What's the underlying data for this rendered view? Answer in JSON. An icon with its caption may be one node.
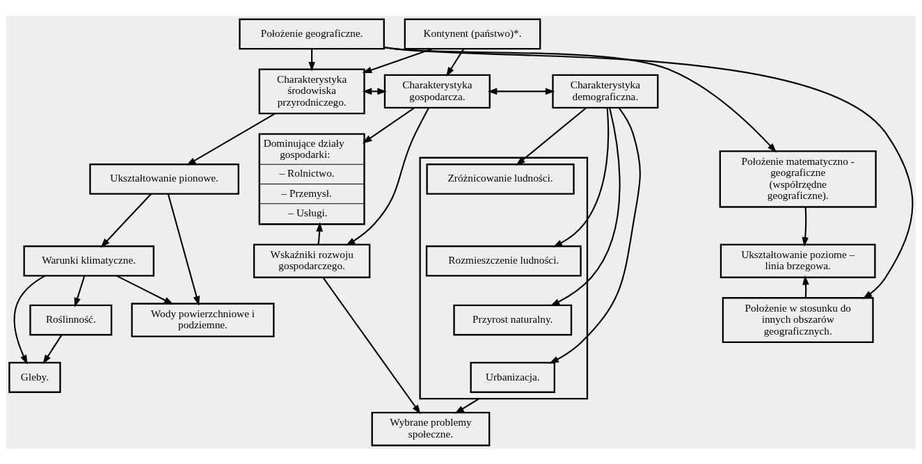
{
  "diagram": {
    "nodes": [
      {
        "text": [
          "Kontynent (państwo)*."
        ]
      },
      {
        "text": [
          "Położenie geograficzne."
        ]
      },
      {
        "text": [
          "Położenie matematyczno - geograficzne (współrzędne geograficzne)."
        ]
      },
      {
        "text": [
          "Ukształtowanie poziome – linia brzegowa."
        ]
      },
      {
        "text": [
          "Położenie w stosunku do innych obszarów geograficznych."
        ]
      },
      {
        "text": [
          "Charakterystyka środowiska przyrodniczego."
        ]
      },
      {
        "text": [
          "Ukształtowanie pionowe."
        ]
      },
      {
        "text": [
          "Warunki klimatyczne."
        ]
      },
      {
        "text": [
          "Roślinność."
        ]
      },
      {
        "text": [
          "Gleby."
        ]
      },
      {
        "text": [
          "Wody powierzchniowe i podziemne."
        ]
      },
      {
        "text": [
          "Charakterystyka gospodarcza."
        ]
      },
      {
        "text": [
          "Dominujące działy gospodarki:",
          "– Rolnictwo.",
          "– Przemysł.",
          "– Usługi."
        ]
      },
      {
        "text": [
          "Wskaźniki rozwoju gospodarczego."
        ]
      },
      {
        "text": [
          "Charakterystyka demograficzna."
        ]
      },
      {
        "text": [],
        "shape": "box"
      },
      {
        "text": [
          "Zróżnicowanie ludności."
        ],
        "in": 15
      },
      {
        "text": [
          "Rozmieszczenie ludności."
        ],
        "in": 15
      },
      {
        "text": [
          "Przyrost naturalny."
        ],
        "in": 15
      },
      {
        "text": [
          "Urbanizacja."
        ],
        "in": 15
      },
      {
        "text": [
          "Wybrane problemy społeczne."
        ]
      }
    ],
    "edges": [
      {
        "from": 0,
        "to": 5,
        "arrow": "to"
      },
      {
        "from": 0,
        "to": 11,
        "arrow": "to"
      },
      {
        "from": 1,
        "to": 2,
        "arrow": "to"
      },
      {
        "from": 2,
        "to": 3,
        "arrow": "to"
      },
      {
        "from": 4,
        "to": 3,
        "arrow": "to"
      },
      {
        "from": 1,
        "to": 5,
        "arrow": "to"
      },
      {
        "from": 1,
        "to": 4,
        "arrow": "to"
      },
      {
        "from": 5,
        "to": 11,
        "arrow": "both"
      },
      {
        "from": 5,
        "to": 6,
        "arrow": "to"
      },
      {
        "from": 6,
        "to": 7,
        "arrow": "to"
      },
      {
        "from": 7,
        "to": 8,
        "arrow": "to"
      },
      {
        "from": 8,
        "to": 9,
        "arrow": "to"
      },
      {
        "from": 7,
        "to": 9,
        "arrow": "to"
      },
      {
        "from": 7,
        "to": 10,
        "arrow": "to"
      },
      {
        "from": 6,
        "to": 10,
        "arrow": "to"
      },
      {
        "from": 11,
        "to": 12,
        "arrow": "to"
      },
      {
        "from": 11,
        "to": 13,
        "arrow": "to"
      },
      {
        "from": 13,
        "to": 12,
        "arrow": "to"
      },
      {
        "from": 11,
        "to": 14,
        "arrow": "both"
      },
      {
        "from": 14,
        "to": 16,
        "arrow": "to"
      },
      {
        "from": 14,
        "to": 17,
        "arrow": "to"
      },
      {
        "from": 14,
        "to": 18,
        "arrow": "to"
      },
      {
        "from": 14,
        "to": 19,
        "arrow": "to"
      },
      {
        "from": 15,
        "to": 20,
        "arrow": "to"
      },
      {
        "from": 13,
        "to": 20,
        "arrow": "to"
      }
    ]
  }
}
